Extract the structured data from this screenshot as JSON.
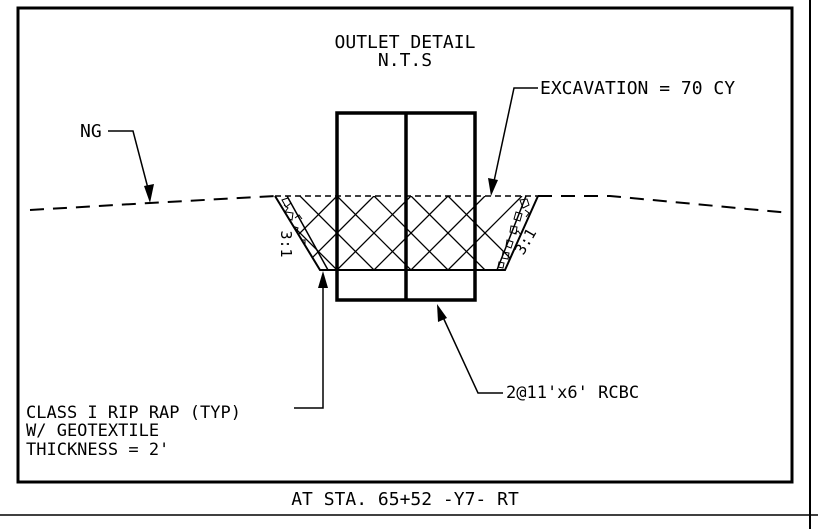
{
  "title": "OUTLET DETAIL",
  "subtitle": "N.T.S",
  "labels": {
    "excavation": "EXCAVATION = 70 CY",
    "natural_ground": "NG",
    "slope_left": "3:1",
    "slope_right": "3:1",
    "culvert": "2@11'x6' RCBC",
    "riprap_line1": "CLASS I RIP RAP (TYP)",
    "riprap_line2": "W/ GEOTEXTILE",
    "riprap_line3": "THICKNESS = 2'"
  },
  "station": "AT STA. 65+52 -Y7- RT",
  "colors": {
    "line": "#000000",
    "background": "#ffffff"
  }
}
